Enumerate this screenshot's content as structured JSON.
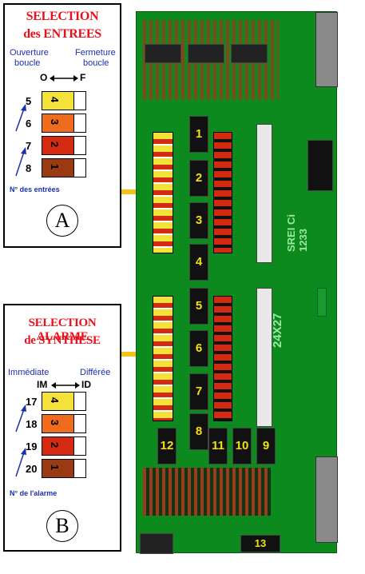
{
  "panel_a": {
    "title_line1": "SELECTION",
    "title_line2": "des ENTREES",
    "left_label_1": "Ouverture",
    "left_label_2": "boucle",
    "right_label_1": "Fermeture",
    "right_label_2": "boucle",
    "left_code": "O",
    "right_code": "F",
    "switch_rows": [
      {
        "num": "5",
        "cap": "4",
        "color": "#f4e23a"
      },
      {
        "num": "6",
        "cap": "3",
        "color": "#ef6b1e"
      },
      {
        "num": "7",
        "cap": "2",
        "color": "#d42a12"
      },
      {
        "num": "8",
        "cap": "1",
        "color": "#9a3a12"
      }
    ],
    "footnote": "N° des entrées",
    "badge": "A"
  },
  "panel_b": {
    "title_line1": "SELECTION ALARME",
    "title_line2": "de SYNTHESE",
    "left_label": "Immédiate",
    "right_label": "Différée",
    "left_code": "IM",
    "right_code": "ID",
    "switch_rows": [
      {
        "num": "17",
        "cap": "4",
        "color": "#f4e23a"
      },
      {
        "num": "18",
        "cap": "3",
        "color": "#ef6b1e"
      },
      {
        "num": "19",
        "cap": "2",
        "color": "#d42a12"
      },
      {
        "num": "20",
        "cap": "1",
        "color": "#9a3a12"
      }
    ],
    "footnote": "N° de l'alarme",
    "badge": "B"
  },
  "board": {
    "text_ref": "SREI Ci 1233",
    "text_model": "24X27",
    "ic_labels": [
      "1",
      "2",
      "3",
      "4",
      "5",
      "6",
      "7",
      "8",
      "9",
      "10",
      "11",
      "12",
      "13"
    ]
  }
}
